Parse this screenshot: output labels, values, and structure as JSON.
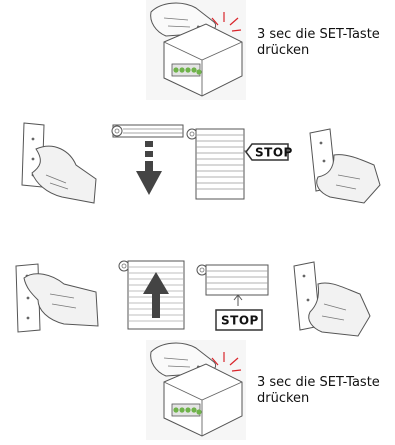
{
  "step1": {
    "caption_line1": "3 sec die SET-Taste",
    "caption_line2": "drücken"
  },
  "step2": {
    "stop_label": "STOP"
  },
  "step3": {
    "stop_label": "STOP"
  },
  "step4": {
    "caption_line1": "3 sec die SET-Taste",
    "caption_line2": "drücken"
  },
  "colors": {
    "led_green": "#6fb24a",
    "alert_red": "#d9242a",
    "photo_bg": "#ececec",
    "line_gray": "#666666",
    "arrow_dark": "#444444"
  }
}
